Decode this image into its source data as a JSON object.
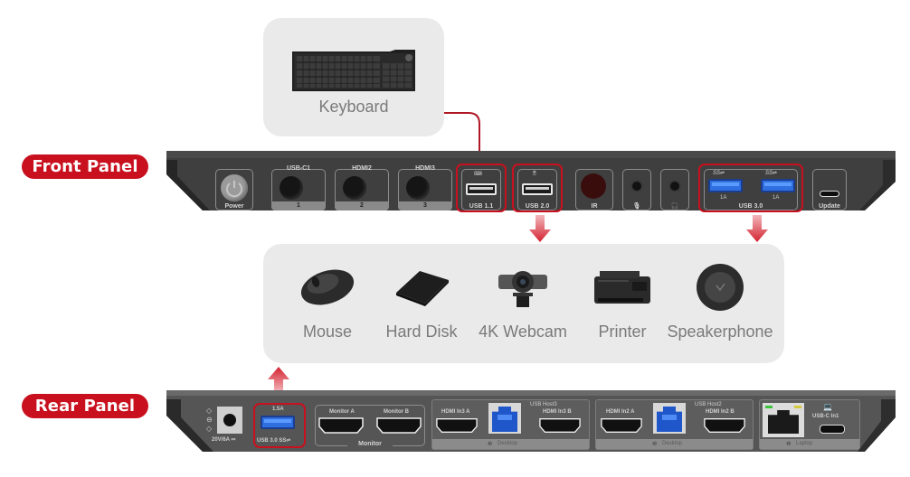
{
  "labels": {
    "front_panel": "Front Panel",
    "rear_panel": "Rear Panel"
  },
  "keyboard_callout": {
    "label": "Keyboard",
    "icon": "keyboard-icon"
  },
  "devices": [
    {
      "label": "Mouse",
      "icon": "mouse-icon"
    },
    {
      "label": "Hard Disk",
      "icon": "hard-disk-icon"
    },
    {
      "label": "4K Webcam",
      "icon": "webcam-icon"
    },
    {
      "label": "Printer",
      "icon": "printer-icon"
    },
    {
      "label": "Speakerphone",
      "icon": "speakerphone-icon"
    }
  ],
  "front_panel": {
    "power": "Power",
    "inputs": [
      {
        "label": "USB-C1",
        "number": "1"
      },
      {
        "label": "HDMI2",
        "number": "2"
      },
      {
        "label": "HDMI3",
        "number": "3"
      }
    ],
    "usb11": "USB 1.1",
    "usb20": "USB 2.0",
    "ir": "IR",
    "usb30": {
      "label": "USB 3.0",
      "port_rating": "1A",
      "logo": "SS⇌"
    },
    "update": "Update"
  },
  "rear_panel": {
    "power_in": "20V/6A ⎓",
    "usb30": {
      "rating": "1.5A",
      "label": "USB 3.0 SS⇌"
    },
    "monitor_group": {
      "label": "Monitor",
      "ports": [
        "Monitor A",
        "Monitor B"
      ]
    },
    "desktop3": {
      "host": "USB Host3",
      "ports": [
        "HDMI In3 A",
        "HDMI In3 B"
      ],
      "label": "Desktop",
      "number": "3"
    },
    "desktop2": {
      "host": "USB Host2",
      "ports": [
        "HDMI In2 A",
        "HDMI In2 B"
      ],
      "label": "Desktop",
      "number": "2"
    },
    "laptop": {
      "usbc": "USB-C In1",
      "label": "Laptop",
      "number": "1"
    }
  },
  "colors": {
    "accent_red": "#c8101e",
    "panel_dark": "#3d3d3d",
    "callout_bg": "#eaeaea",
    "usb3_blue": "#2f6fe0"
  }
}
